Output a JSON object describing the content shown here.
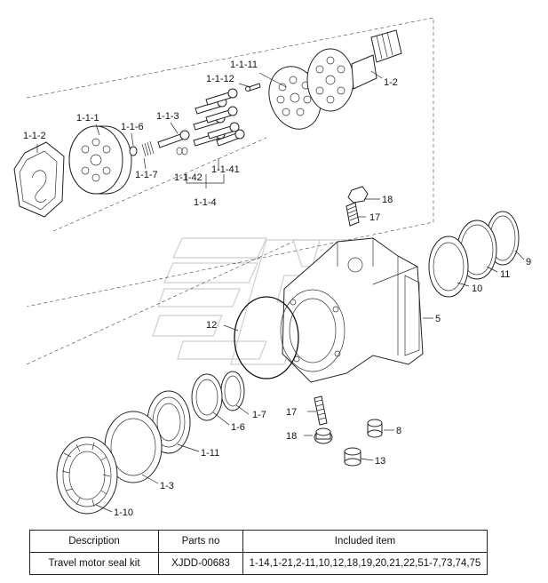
{
  "labels": {
    "p1_1_11": "1-1-11",
    "p1_1_12": "1-1-12",
    "p1_2": "1-2",
    "p1_1_1": "1-1-1",
    "p1_1_6": "1-1-6",
    "p1_1_3": "1-1-3",
    "p1_1_2": "1-1-2",
    "p1_1_7": "1-1-7",
    "p1_1_42": "1-1-42",
    "p1_1_41": "1-1-41",
    "p1_1_4": "1-1-4",
    "p18a": "18",
    "p17a": "17",
    "p9": "9",
    "p11": "11",
    "p10": "10",
    "p5": "5",
    "p12": "12",
    "p1_7": "1-7",
    "p1_6": "1-6",
    "p17b": "17",
    "p8": "8",
    "p18b": "18",
    "p1_11": "1-11",
    "p13": "13",
    "p1_3": "1-3",
    "p1_10": "1-10"
  },
  "table": {
    "headers": [
      "Description",
      "Parts no",
      "Included item"
    ],
    "rows": [
      [
        "Travel motor seal kit",
        "XJDD-00683",
        "1-14,1-21,2-11,10,12,18,19,20,21,22,51-7,73,74,75"
      ]
    ]
  }
}
